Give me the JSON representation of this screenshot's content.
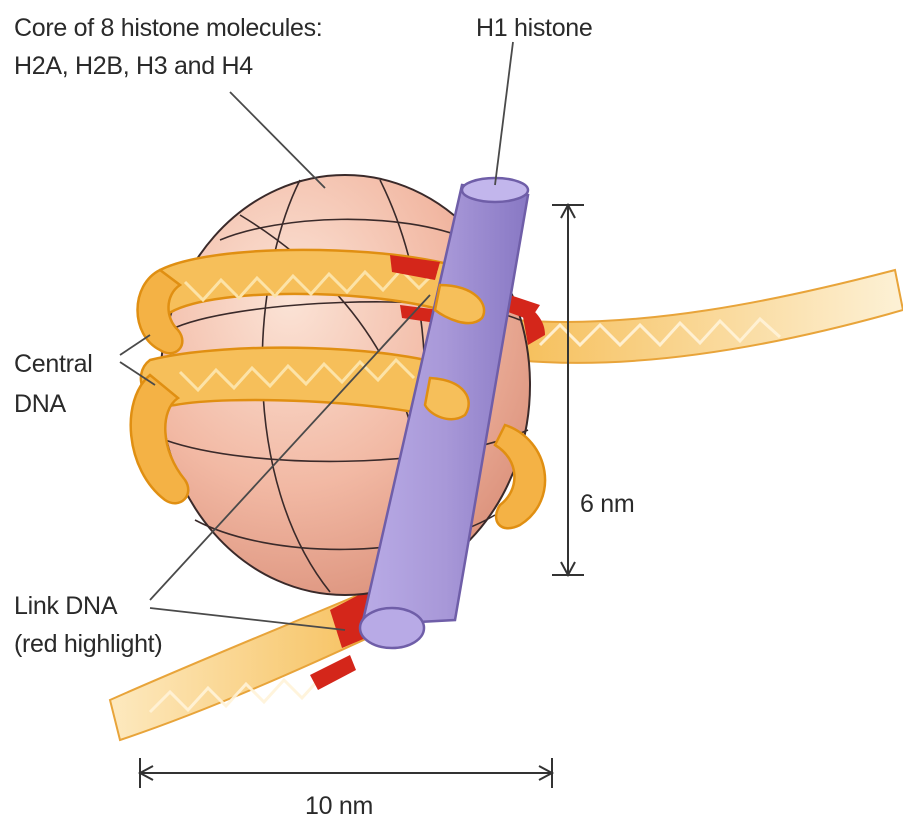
{
  "labels": {
    "core_line1": "Core of 8 histone molecules:",
    "core_line2": "H2A, H2B, H3 and H4",
    "h1": "H1 histone",
    "central_line1": "Central",
    "central_line2": "DNA",
    "link_line1": "Link DNA",
    "link_line2": "(red highlight)",
    "six_nm": "6 nm",
    "ten_nm": "10 nm"
  },
  "colors": {
    "core_fill": "#f2b9a4",
    "dna_fill": "#f6bf5a",
    "dna_edge": "#e59a1f",
    "link_highlight": "#d4261a",
    "h1_fill": "#a898d8",
    "h1_edge": "#6f5ea8",
    "line": "#4a4a4a"
  }
}
